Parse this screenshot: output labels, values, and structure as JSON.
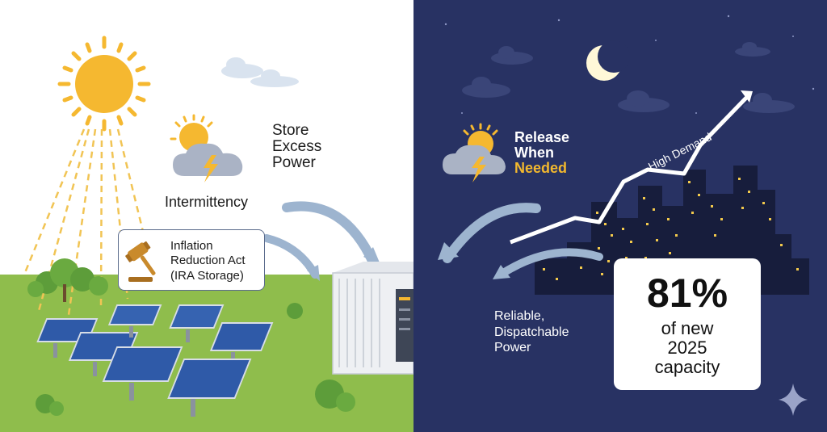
{
  "labels": {
    "store_excess": [
      "Store",
      "Excess",
      "Power"
    ],
    "intermittency": "Intermittency",
    "ira": [
      "Inflation",
      "Reduction Act",
      "(IRA Storage)"
    ],
    "release_line1": "Release",
    "release_line2": "When",
    "release_line3": "Needed",
    "high_demand": "High Demand",
    "reliable": [
      "Reliable,",
      "Dispatchable",
      "Power"
    ]
  },
  "stat": {
    "value": "81%",
    "caption": [
      "of new",
      "2025",
      "capacity"
    ]
  },
  "icons": [
    "sun-icon",
    "sun-cloud-lightning-icon",
    "gavel-icon",
    "battery-container-icon",
    "moon-icon",
    "city-skyline-icon",
    "sparkle-icon"
  ],
  "colors": {
    "day_bg": "#ffffff",
    "night_bg": "#283263",
    "grass": "#8fbd4c",
    "sun": "#f5b830",
    "highlight": "#f2b82e"
  }
}
